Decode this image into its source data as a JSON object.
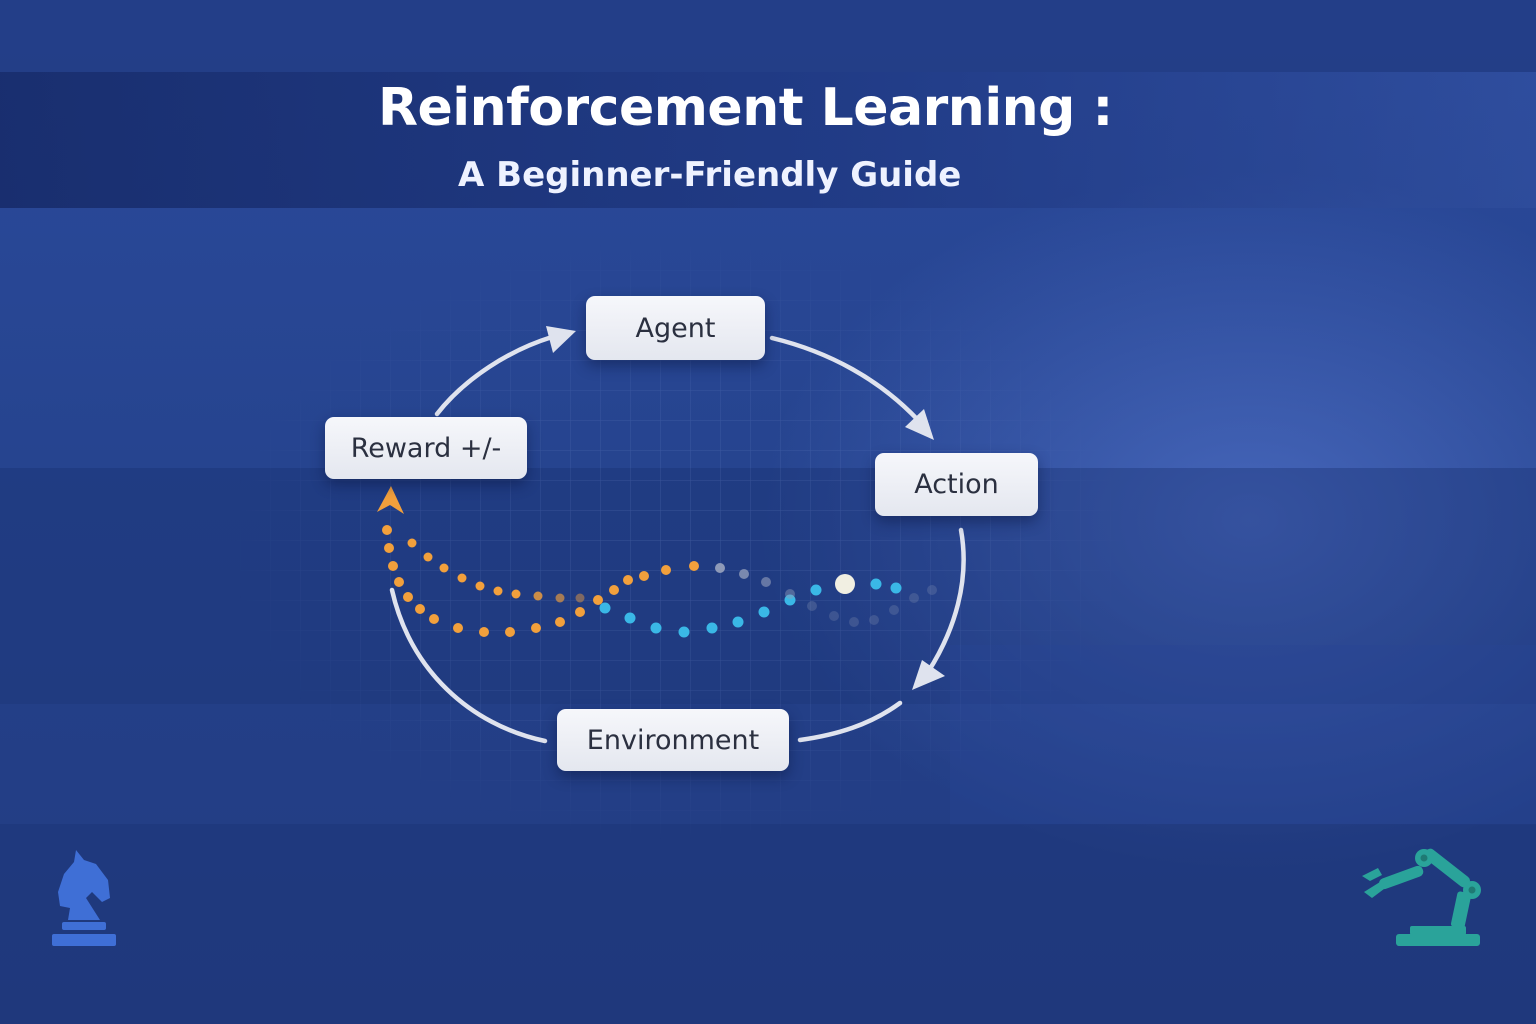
{
  "header": {
    "title": "Reinforcement Learning :",
    "subtitle": "A Beginner-Friendly Guide"
  },
  "cycle": {
    "nodes": {
      "agent": "Agent",
      "reward": "Reward +/-",
      "action": "Action",
      "environment": "Environment"
    }
  },
  "colors": {
    "background": "#2a4a9a",
    "node": "#f0f2f7",
    "arrow": "#dfe3ee",
    "orange_path": "#f2a03c",
    "cyan_path": "#3ab8e6",
    "knight_icon": "#3f6fd6",
    "robot_icon": "#2aa39a"
  },
  "icons": {
    "bottom_left": "chess-knight-icon",
    "bottom_right": "robot-arm-icon"
  }
}
